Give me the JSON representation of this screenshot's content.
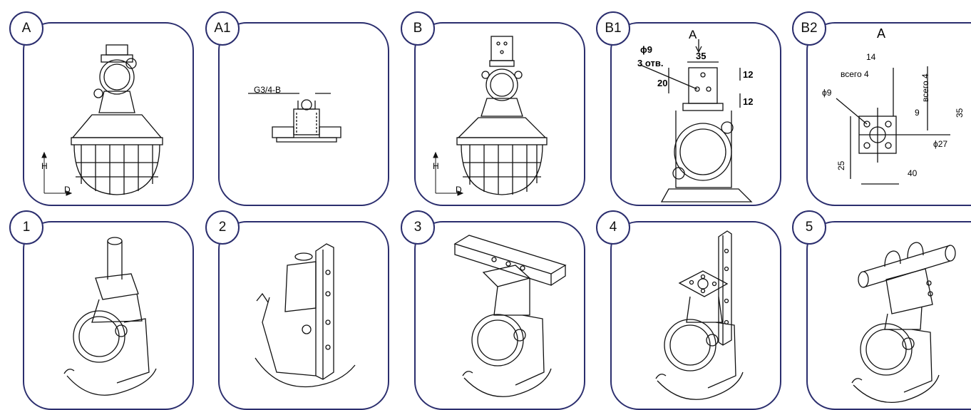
{
  "panels": {
    "A": {
      "badge": "A",
      "axis_h": "H",
      "axis_d": "D"
    },
    "A1": {
      "badge": "A1",
      "thread": "G3/4-B"
    },
    "B": {
      "badge": "B",
      "axis_h": "H",
      "axis_d": "D"
    },
    "B1": {
      "badge": "B1",
      "view": "A",
      "hole": "ϕ9",
      "holes_count": "3 отв.",
      "dim_35": "35",
      "dim_20": "20",
      "dim_12a": "12",
      "dim_12b": "12"
    },
    "B2": {
      "badge": "B2",
      "view": "A",
      "dim_14": "14",
      "all4_a": "всего 4",
      "all4_b": "всего 4",
      "hole": "ϕ9",
      "dim_9": "9",
      "dim_35": "35",
      "dim_27": "ϕ27",
      "dim_25": "25",
      "dim_40": "40"
    },
    "P1": {
      "badge": "1"
    },
    "P2": {
      "badge": "2"
    },
    "P3": {
      "badge": "3"
    },
    "P4": {
      "badge": "4"
    },
    "P5": {
      "badge": "5"
    }
  },
  "colors": {
    "frame": "#2b2e6e",
    "line": "#111111"
  }
}
